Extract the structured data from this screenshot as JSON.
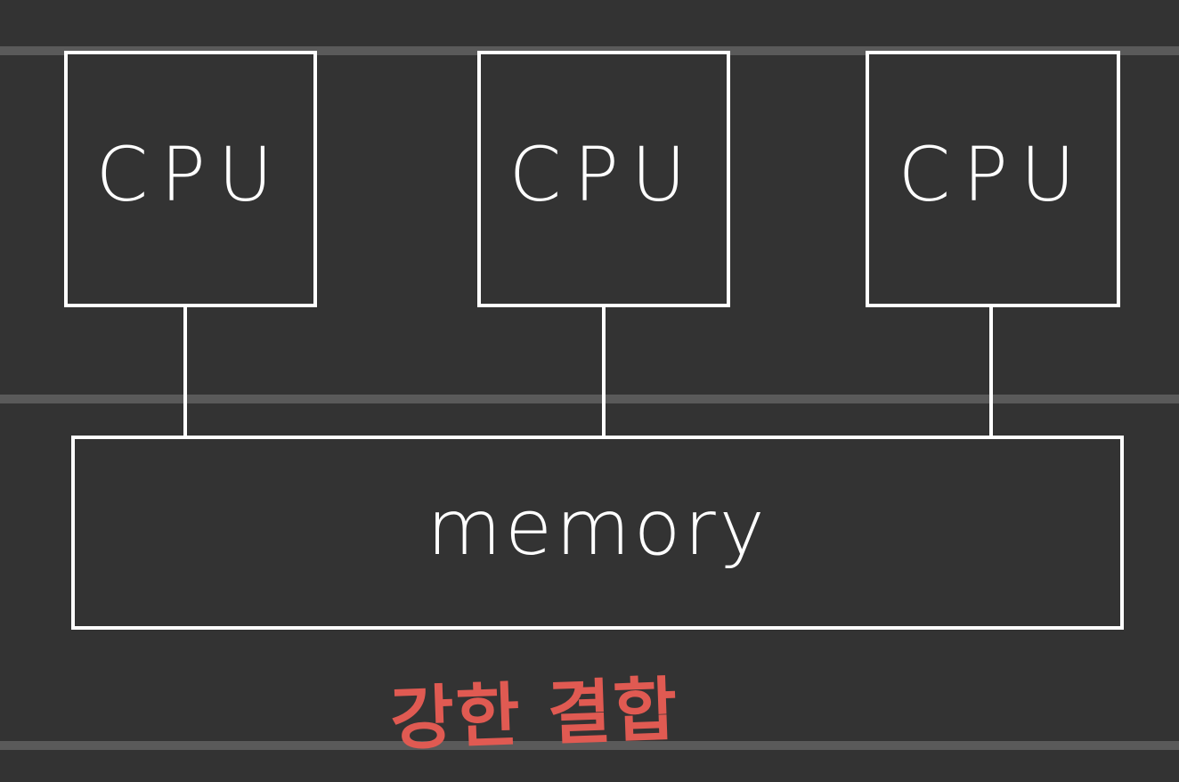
{
  "diagram": {
    "cpus": [
      {
        "label": "CPU"
      },
      {
        "label": "CPU"
      },
      {
        "label": "CPU"
      }
    ],
    "memory": {
      "label": "memory"
    },
    "caption": "강한 결합",
    "colors": {
      "background": "#333333",
      "stroke": "#ffffff",
      "caption": "#e05a52",
      "rule": "#5a5a5a"
    }
  }
}
